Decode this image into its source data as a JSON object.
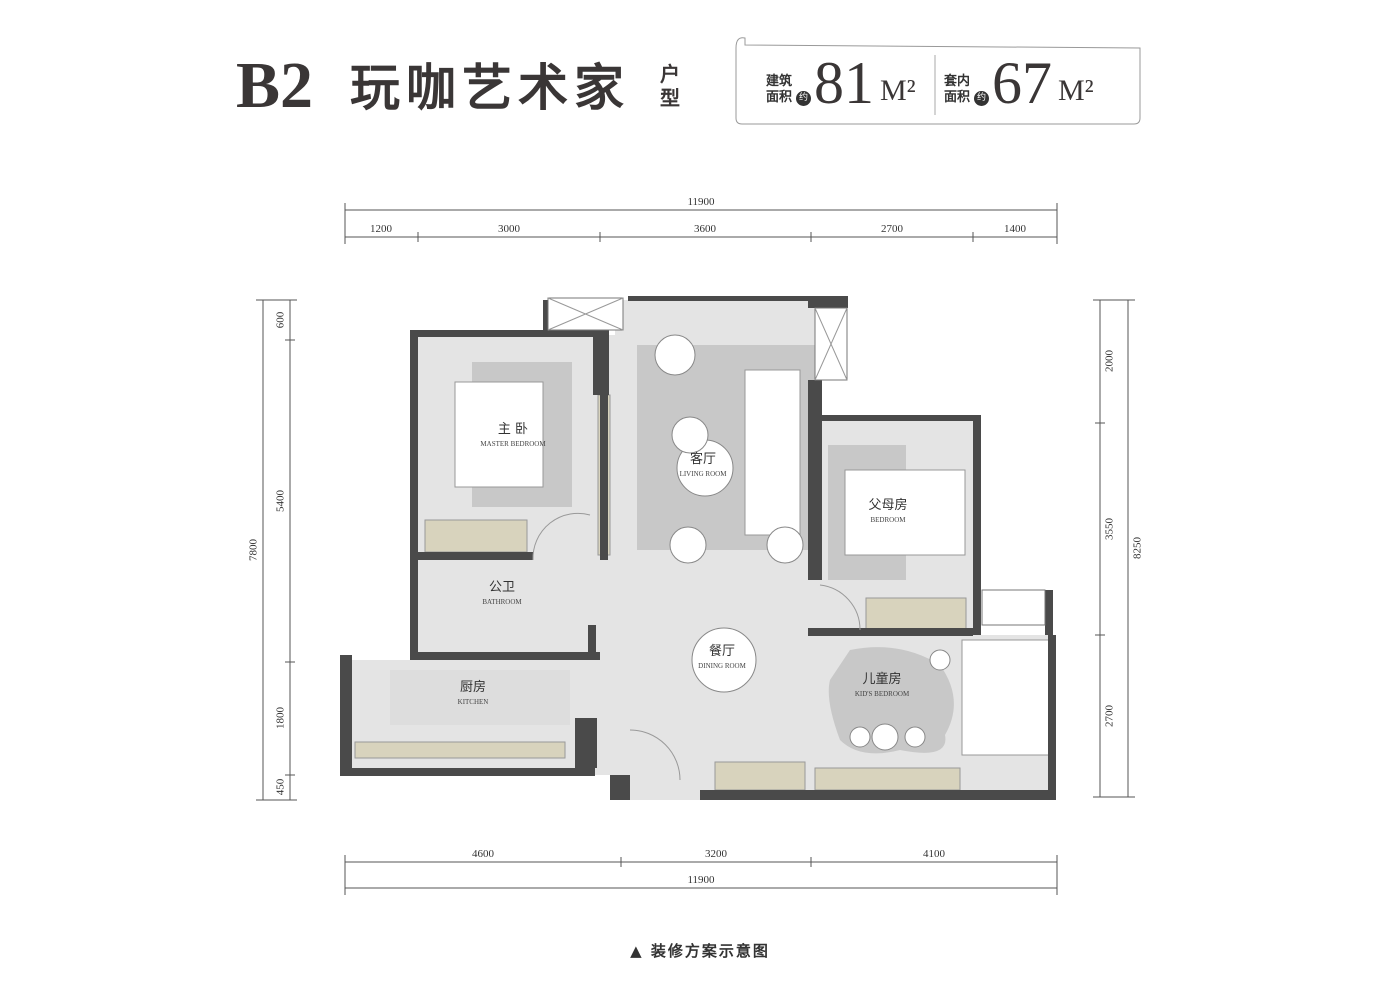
{
  "title": {
    "code": "B2",
    "name": "玩咖艺术家",
    "tag": "户型"
  },
  "areas": [
    {
      "label_line1": "建筑",
      "label_line2": "面积",
      "badge": "约",
      "value": "81",
      "unit": "M²"
    },
    {
      "label_line1": "套内",
      "label_line2": "面积",
      "badge": "约",
      "value": "67",
      "unit": "M²"
    }
  ],
  "dimensions": {
    "top_total": "11900",
    "top": [
      "1200",
      "3000",
      "3600",
      "2700",
      "1400"
    ],
    "bottom": [
      "4600",
      "3200",
      "4100"
    ],
    "bottom_total": "11900",
    "left": [
      "600",
      "5400",
      "1800",
      "450"
    ],
    "left_total": "7800",
    "right": [
      "2000",
      "3550",
      "2700"
    ],
    "right_total": "8250"
  },
  "rooms": [
    {
      "cn": "主 卧",
      "en": "MASTER BEDROOM"
    },
    {
      "cn": "客厅",
      "en": "LIVING ROOM"
    },
    {
      "cn": "父母房",
      "en": "BEDROOM"
    },
    {
      "cn": "公卫",
      "en": "BATHROOM"
    },
    {
      "cn": "餐厅",
      "en": "DINING ROOM"
    },
    {
      "cn": "厨房",
      "en": "KITCHEN"
    },
    {
      "cn": "儿童房",
      "en": "KID'S BEDROOM"
    }
  ],
  "caption": "▲ 装修方案示意图",
  "colors": {
    "wall": "#4a4a4a",
    "floor": "#e4e4e4",
    "rug": "#c8c8c8",
    "cabinet": "#d8d3bd"
  }
}
